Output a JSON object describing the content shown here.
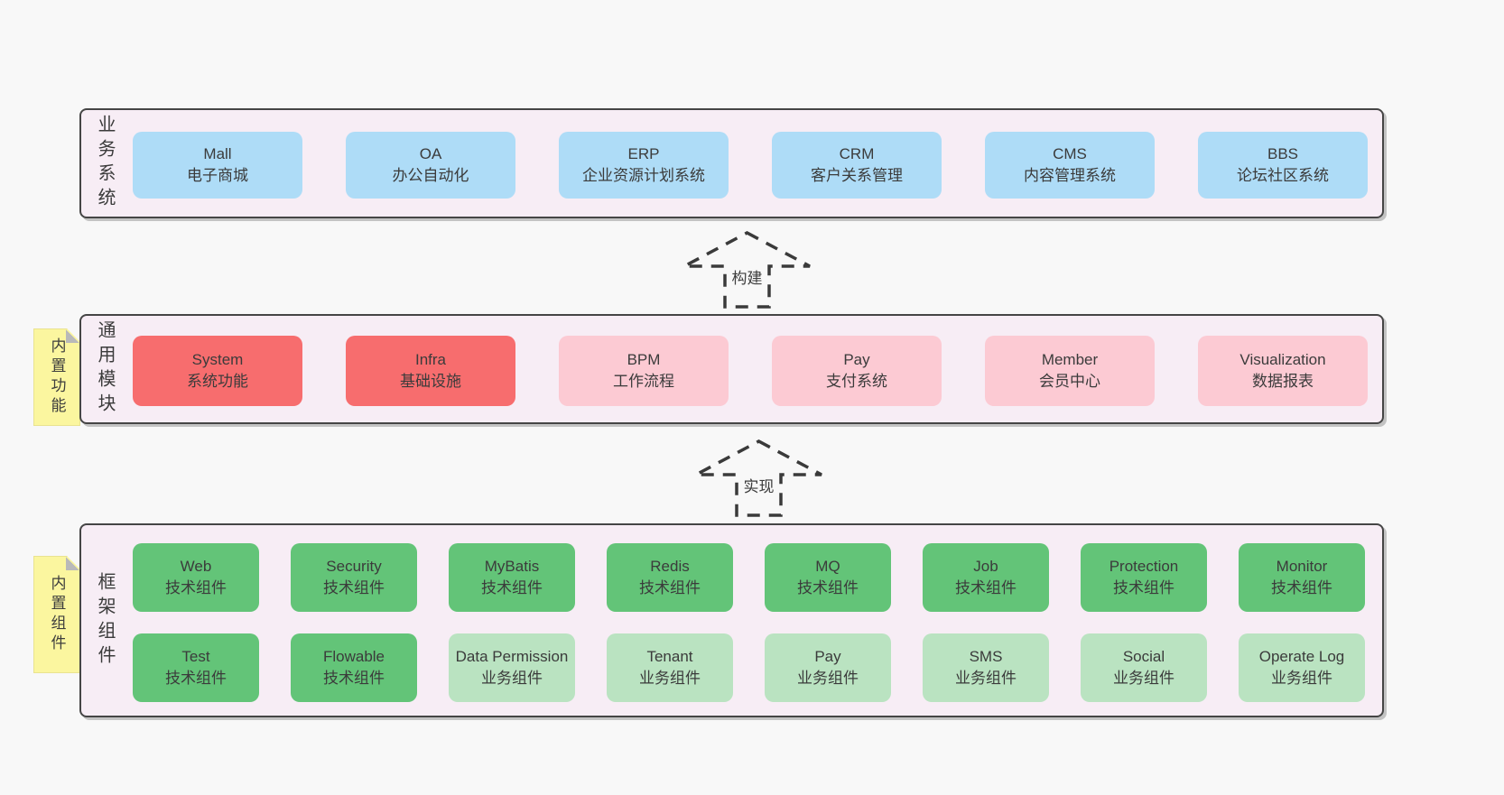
{
  "colors": {
    "page_background": "#f8f8f8",
    "panel_background": "#f7edf5",
    "panel_border": "#454545",
    "business_box": "#aedcf7",
    "core_module_box": "#f76d6e",
    "optional_module_box": "#fccad3",
    "tech_component_box": "#63c478",
    "biz_component_box": "#bae3c1",
    "sticky_note": "#fbf69f",
    "text": "#3b3b3b"
  },
  "sections": {
    "business": {
      "label": "业务系统",
      "boxes": [
        {
          "title": "Mall",
          "subtitle": "电子商城"
        },
        {
          "title": "OA",
          "subtitle": "办公自动化"
        },
        {
          "title": "ERP",
          "subtitle": "企业资源计划系统"
        },
        {
          "title": "CRM",
          "subtitle": "客户关系管理"
        },
        {
          "title": "CMS",
          "subtitle": "内容管理系统"
        },
        {
          "title": "BBS",
          "subtitle": "论坛社区系统"
        }
      ]
    },
    "modules": {
      "label": "通用模块",
      "sticky": "内置功能",
      "boxes": [
        {
          "title": "System",
          "subtitle": "系统功能"
        },
        {
          "title": "Infra",
          "subtitle": "基础设施"
        },
        {
          "title": "BPM",
          "subtitle": "工作流程"
        },
        {
          "title": "Pay",
          "subtitle": "支付系统"
        },
        {
          "title": "Member",
          "subtitle": "会员中心"
        },
        {
          "title": "Visualization",
          "subtitle": "数据报表"
        }
      ]
    },
    "components": {
      "label": "框架组件",
      "sticky": "内置组件",
      "row1": [
        {
          "title": "Web",
          "subtitle": "技术组件"
        },
        {
          "title": "Security",
          "subtitle": "技术组件"
        },
        {
          "title": "MyBatis",
          "subtitle": "技术组件"
        },
        {
          "title": "Redis",
          "subtitle": "技术组件"
        },
        {
          "title": "MQ",
          "subtitle": "技术组件"
        },
        {
          "title": "Job",
          "subtitle": "技术组件"
        },
        {
          "title": "Protection",
          "subtitle": "技术组件"
        },
        {
          "title": "Monitor",
          "subtitle": "技术组件"
        }
      ],
      "row2": [
        {
          "title": "Test",
          "subtitle": "技术组件"
        },
        {
          "title": "Flowable",
          "subtitle": "技术组件"
        },
        {
          "title": "Data Permission",
          "subtitle": "业务组件"
        },
        {
          "title": "Tenant",
          "subtitle": "业务组件"
        },
        {
          "title": "Pay",
          "subtitle": "业务组件"
        },
        {
          "title": "SMS",
          "subtitle": "业务组件"
        },
        {
          "title": "Social",
          "subtitle": "业务组件"
        },
        {
          "title": "Operate Log",
          "subtitle": "业务组件"
        }
      ]
    }
  },
  "arrows": [
    {
      "label": "构建"
    },
    {
      "label": "实现"
    }
  ]
}
